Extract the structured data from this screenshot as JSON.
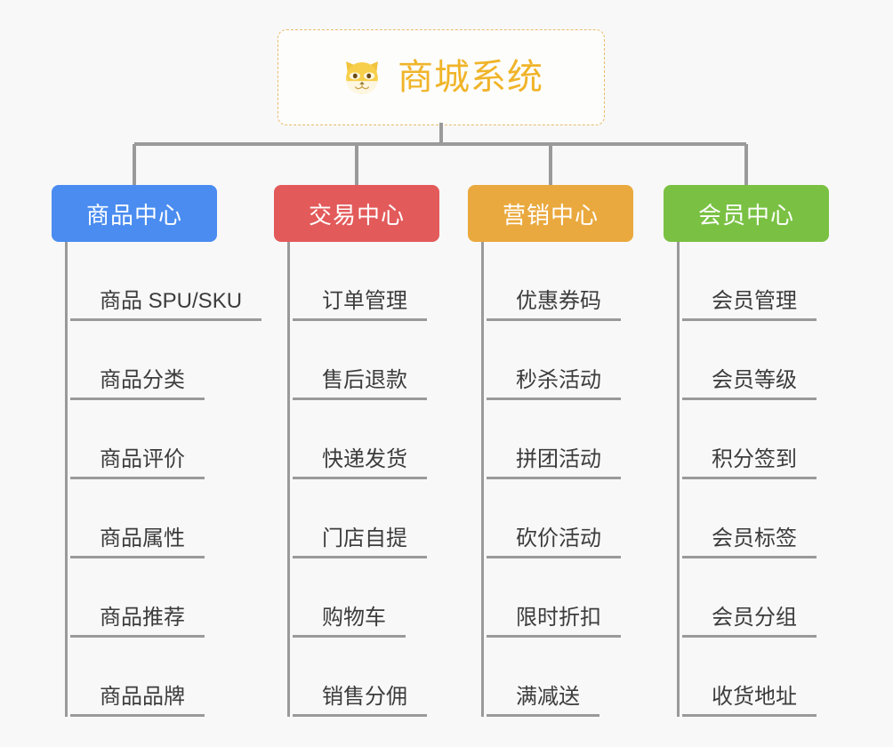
{
  "canvas": {
    "background": "#f8f8f8",
    "connector_color": "#9a9a9a"
  },
  "root": {
    "title": "商城系统",
    "icon": "shiba-dog-face-icon",
    "text_color": "#f0b429",
    "border_color": "#e8bb6a",
    "background": "#fdfdfc"
  },
  "categories": [
    {
      "label": "商品中心",
      "color": "#4a8cf0",
      "items": [
        "商品 SPU/SKU",
        "商品分类",
        "商品评价",
        "商品属性",
        "商品推荐",
        "商品品牌"
      ]
    },
    {
      "label": "交易中心",
      "color": "#e35a5a",
      "items": [
        "订单管理",
        "售后退款",
        "快递发货",
        "门店自提",
        "购物车",
        "销售分佣"
      ]
    },
    {
      "label": "营销中心",
      "color": "#eaa93e",
      "items": [
        "优惠券码",
        "秒杀活动",
        "拼团活动",
        "砍价活动",
        "限时折扣",
        "满减送"
      ]
    },
    {
      "label": "会员中心",
      "color": "#7ac143",
      "items": [
        "会员管理",
        "会员等级",
        "积分签到",
        "会员标签",
        "会员分组",
        "收货地址"
      ]
    }
  ]
}
